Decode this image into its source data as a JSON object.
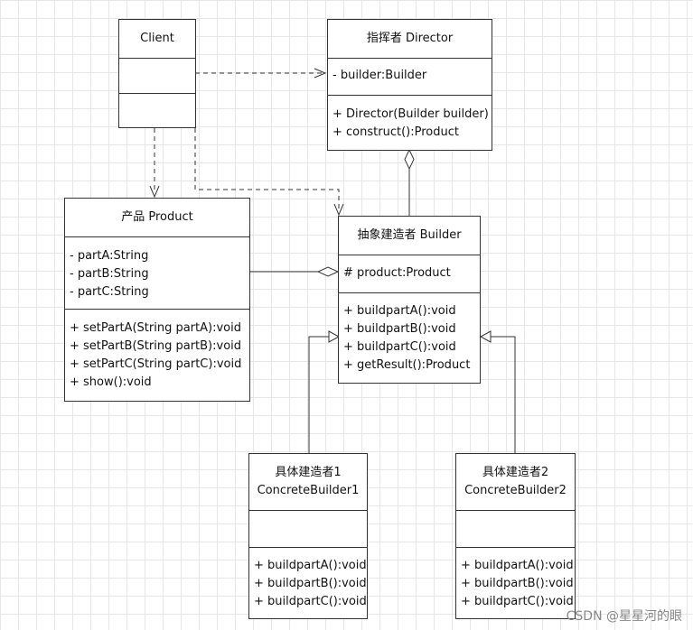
{
  "classes": {
    "client": {
      "title": [
        "Client"
      ],
      "attributes": [],
      "operations": []
    },
    "director": {
      "title": [
        "指挥者 Director"
      ],
      "attributes": [
        "- builder:Builder"
      ],
      "operations": [
        "+ Director(Builder builder)",
        "+ construct():Product"
      ]
    },
    "product": {
      "title": [
        "产品 Product"
      ],
      "attributes": [
        "- partA:String",
        "- partB:String",
        "- partC:String"
      ],
      "operations": [
        "+ setPartA(String partA):void",
        "+ setPartB(String partB):void",
        "+ setPartC(String partC):void",
        "+ show():void"
      ]
    },
    "builder": {
      "title": [
        "抽象建造者 Builder"
      ],
      "attributes": [
        "# product:Product"
      ],
      "operations": [
        "+ buildpartA():void",
        "+ buildpartB():void",
        "+ buildpartC():void",
        "+ getResult():Product"
      ]
    },
    "concrete1": {
      "title": [
        "具体建造者1",
        "ConcreteBuilder1"
      ],
      "attributes": [],
      "operations": [
        "+ buildpartA():void",
        "+ buildpartB():void",
        "+ buildpartC():void"
      ]
    },
    "concrete2": {
      "title": [
        "具体建造者2",
        "ConcreteBuilder2"
      ],
      "attributes": [],
      "operations": [
        "+ buildpartA():void",
        "+ buildpartB():void",
        "+ buildpartC():void"
      ]
    }
  },
  "relations": [
    {
      "type": "dependency",
      "from": "client",
      "to": "director"
    },
    {
      "type": "dependency",
      "from": "client",
      "to": "product"
    },
    {
      "type": "dependency",
      "from": "client",
      "to": "builder"
    },
    {
      "type": "aggregation",
      "whole": "director",
      "part": "builder"
    },
    {
      "type": "aggregation",
      "whole": "builder",
      "part": "product"
    },
    {
      "type": "generalization",
      "from": "concrete1",
      "to": "builder"
    },
    {
      "type": "generalization",
      "from": "concrete2",
      "to": "builder"
    }
  ],
  "watermark": "CSDN @星星河的眼",
  "colors": {
    "line": "#333333",
    "background": "#ffffff",
    "grid": "#e6e6e6"
  }
}
